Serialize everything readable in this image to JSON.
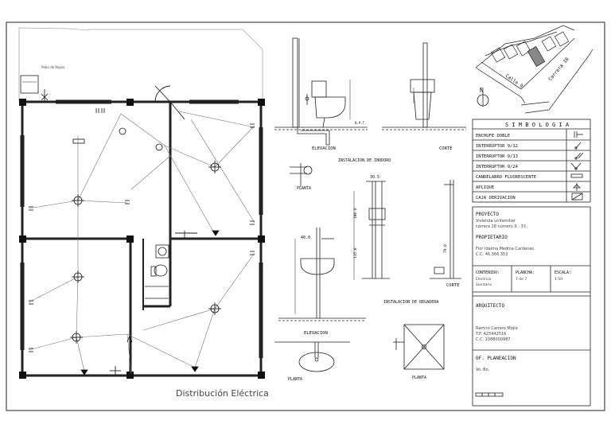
{
  "plan": {
    "title": "Distribución Eléctrica",
    "patio_label": "Patio de Ropas"
  },
  "sanitary": {
    "elev_inodoro": "ELEVACION",
    "corte_inodoro": "CORTE",
    "inst_inodoro": "INSTALACION DE INODORO",
    "planta_1": "PLANTA",
    "dim_305": "30.5",
    "dim_1000": "100.0",
    "dim_1150": "115.0",
    "dim_790": "79.0",
    "dim_400": "40.0",
    "corte_regadera": "CORTE",
    "inst_regadera": "INSTALACION DE REGADERA",
    "elev_lav": "ELEVACION",
    "planta_lav": "PLANTA",
    "planta_reg": "PLANTA",
    "npt": "N.P.T."
  },
  "location": {
    "calle": "Calle 9",
    "carrera": "Carrera 18",
    "north": "N"
  },
  "legend": {
    "title": "S I M B O L O G I A",
    "items": [
      {
        "label": "ENCHUFE DOBLE",
        "symbol": "enchufe-doble"
      },
      {
        "label": "INTERRUPTOR 9/12",
        "symbol": "interruptor-simple"
      },
      {
        "label": "INTERRUPTOR 9/13",
        "symbol": "interruptor-doble"
      },
      {
        "label": "INTERRUPTOR 9/24",
        "symbol": "interruptor-conmutable"
      },
      {
        "label": "CANDELABRO FLUORESCENTE",
        "symbol": "fluorescente"
      },
      {
        "label": "APLIQUE",
        "symbol": "aplique"
      },
      {
        "label": "CAJA DERIVACION",
        "symbol": "caja-derivacion"
      }
    ]
  },
  "project": {
    "proyecto_label": "PROYECTO",
    "proyecto_line1": "Vivienda unifamiliar",
    "proyecto_line2": "carrera 18 número 9 - 33",
    "propietario_label": "PROPIETARIO",
    "propietario_line1": "Flor Idalma Medina Cardenas",
    "propietario_line2": "C.C. 46.366.353",
    "contenido_label": "CONTENIDO:",
    "contenido_line1": "Electrico",
    "contenido_line2": "Sanitario",
    "plancha_label": "PLANCHA:",
    "plancha_value": "7 de 7",
    "escala_label": "ESCALA:",
    "escala_value": "1:50",
    "arquitecto_label": "ARQUITECTO",
    "arquitecto_line1": "Ramiro Carrero Mojía",
    "arquitecto_line2": "T.P. A25442516",
    "arquitecto_line3": "C.C. 1088000987",
    "planeacion_label": "OF. PLANEACION",
    "vobo": "Vo. Bo."
  }
}
